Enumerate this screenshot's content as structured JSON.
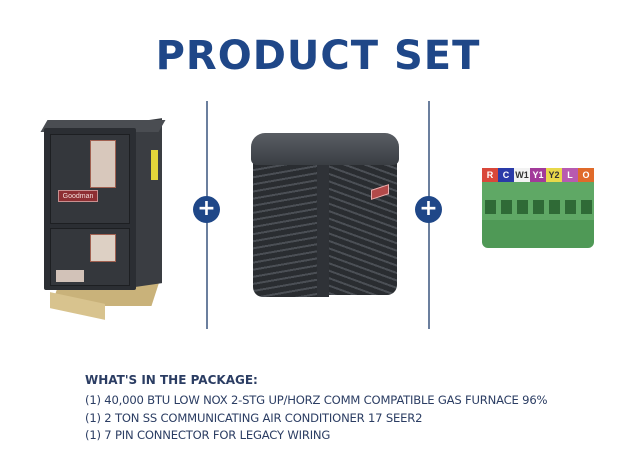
{
  "header": {
    "title": "PRODUCT SET"
  },
  "products": [
    {
      "name": "gas-furnace",
      "brand_label": "Goodman"
    },
    {
      "name": "air-conditioner"
    },
    {
      "name": "7-pin-connector",
      "pins": [
        {
          "label": "R",
          "color": "#d9473a"
        },
        {
          "label": "C",
          "color": "#2a3aa8"
        },
        {
          "label": "W1",
          "color": "#f2f2f2"
        },
        {
          "label": "Y1",
          "color": "#a23a9a"
        },
        {
          "label": "Y2",
          "color": "#e8d84a"
        },
        {
          "label": "L",
          "color": "#b85ab0"
        },
        {
          "label": "O",
          "color": "#e06a2a"
        }
      ]
    }
  ],
  "separators": {
    "symbol": "+"
  },
  "package": {
    "heading": "WHAT'S IN THE PACKAGE:",
    "items": [
      "(1) 40,000 BTU LOW NOX 2-STG UP/HORZ COMM COMPATIBLE GAS FURNACE 96%",
      "(1) 2 TON SS COMMUNICATING AIR CONDITIONER 17 SEER2",
      "(1) 7 PIN CONNECTOR FOR LEGACY WIRING"
    ]
  },
  "colors": {
    "brand_blue": "#1f4788",
    "text_navy": "#2b3d63"
  }
}
